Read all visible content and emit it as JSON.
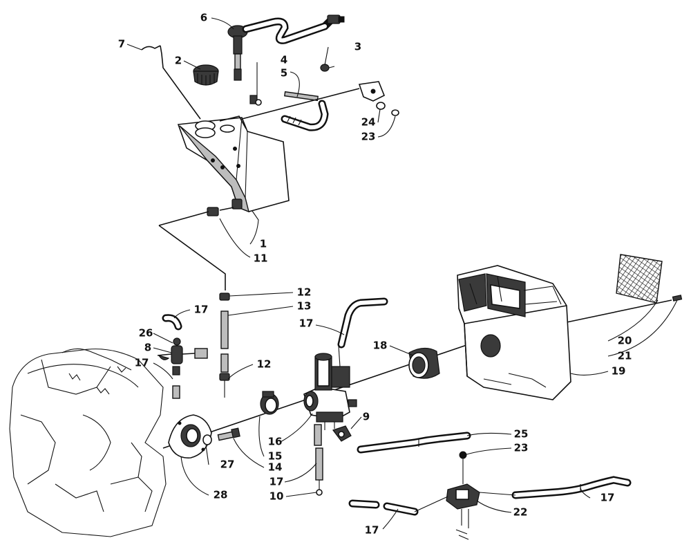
{
  "callouts": [
    {
      "id": "c1",
      "text": "1"
    },
    {
      "id": "c2",
      "text": "2"
    },
    {
      "id": "c3",
      "text": "3"
    },
    {
      "id": "c4",
      "text": "4"
    },
    {
      "id": "c5",
      "text": "5"
    },
    {
      "id": "c6",
      "text": "6"
    },
    {
      "id": "c7",
      "text": "7"
    },
    {
      "id": "c8",
      "text": "8"
    },
    {
      "id": "c9",
      "text": "9"
    },
    {
      "id": "c10",
      "text": "10"
    },
    {
      "id": "c11",
      "text": "11"
    },
    {
      "id": "c12a",
      "text": "12"
    },
    {
      "id": "c12b",
      "text": "12"
    },
    {
      "id": "c13",
      "text": "13"
    },
    {
      "id": "c14",
      "text": "14"
    },
    {
      "id": "c15",
      "text": "15"
    },
    {
      "id": "c16",
      "text": "16"
    },
    {
      "id": "c17a",
      "text": "17"
    },
    {
      "id": "c17b",
      "text": "17"
    },
    {
      "id": "c17c",
      "text": "17"
    },
    {
      "id": "c17d",
      "text": "17"
    },
    {
      "id": "c17e",
      "text": "17"
    },
    {
      "id": "c17f",
      "text": "17"
    },
    {
      "id": "c18",
      "text": "18"
    },
    {
      "id": "c19",
      "text": "19"
    },
    {
      "id": "c20",
      "text": "20"
    },
    {
      "id": "c21",
      "text": "21"
    },
    {
      "id": "c22",
      "text": "22"
    },
    {
      "id": "c23a",
      "text": "23"
    },
    {
      "id": "c23b",
      "text": "23"
    },
    {
      "id": "c24",
      "text": "24"
    },
    {
      "id": "c25",
      "text": "25"
    },
    {
      "id": "c26",
      "text": "26"
    },
    {
      "id": "c27",
      "text": "27"
    },
    {
      "id": "c28",
      "text": "28"
    }
  ]
}
